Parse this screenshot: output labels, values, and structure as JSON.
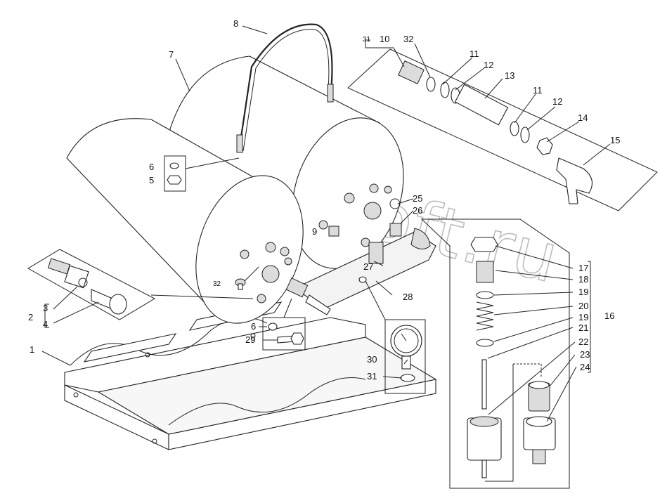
{
  "watermark": "AutoSoft.ru",
  "callouts": [
    {
      "id": "c8",
      "text": "8"
    },
    {
      "id": "c7",
      "text": "7"
    },
    {
      "id": "c31a",
      "text": "31"
    },
    {
      "id": "c10",
      "text": "10"
    },
    {
      "id": "c32a",
      "text": "32"
    },
    {
      "id": "c11a",
      "text": "11"
    },
    {
      "id": "c12a",
      "text": "12"
    },
    {
      "id": "c13",
      "text": "13"
    },
    {
      "id": "c11b",
      "text": "11"
    },
    {
      "id": "c12b",
      "text": "12"
    },
    {
      "id": "c14",
      "text": "14"
    },
    {
      "id": "c15",
      "text": "15"
    },
    {
      "id": "c6a",
      "text": "6"
    },
    {
      "id": "c5",
      "text": "5"
    },
    {
      "id": "c25",
      "text": "25"
    },
    {
      "id": "c26",
      "text": "26"
    },
    {
      "id": "c9",
      "text": "9"
    },
    {
      "id": "c27",
      "text": "27"
    },
    {
      "id": "c28",
      "text": "28"
    },
    {
      "id": "c32b",
      "text": "32"
    },
    {
      "id": "c3",
      "text": "3"
    },
    {
      "id": "c2",
      "text": "2"
    },
    {
      "id": "c4",
      "text": "4"
    },
    {
      "id": "c6b",
      "text": "6"
    },
    {
      "id": "c29",
      "text": "29"
    },
    {
      "id": "c1",
      "text": "1"
    },
    {
      "id": "c30",
      "text": "30"
    },
    {
      "id": "c31b",
      "text": "31"
    },
    {
      "id": "c17",
      "text": "17"
    },
    {
      "id": "c18",
      "text": "18"
    },
    {
      "id": "c19a",
      "text": "19"
    },
    {
      "id": "c20",
      "text": "20"
    },
    {
      "id": "c16",
      "text": "16"
    },
    {
      "id": "c19b",
      "text": "19"
    },
    {
      "id": "c21",
      "text": "21"
    },
    {
      "id": "c22",
      "text": "22"
    },
    {
      "id": "c23",
      "text": "23"
    },
    {
      "id": "c24",
      "text": "24"
    }
  ]
}
